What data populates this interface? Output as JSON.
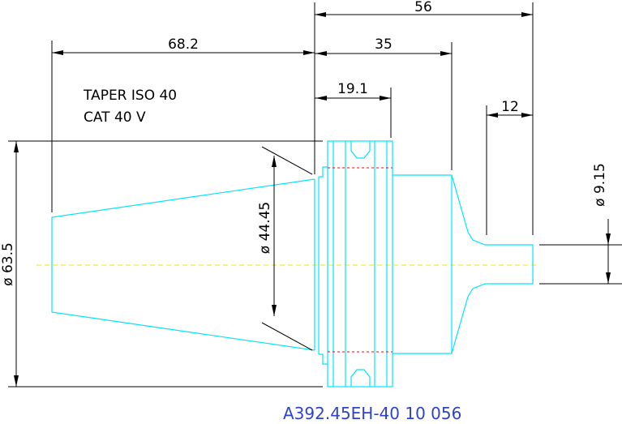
{
  "notes": {
    "taper_line1": "TAPER ISO 40",
    "taper_line2": "CAT 40 V"
  },
  "dimensions": {
    "overall_length": "56",
    "taper_length": "68.2",
    "flange_to_end": "35",
    "flange_width": "19.1",
    "bore_depth": "12",
    "bore_diameter": "ø 9.15",
    "gauge_diameter": "ø 44.45",
    "flange_diameter": "ø 63.5"
  },
  "part_number": "A392.45EH-40 10 056",
  "colors": {
    "outline": "#00e5ff",
    "dimension": "#000000",
    "centerline": "#f2e600",
    "hidden": "#e01010",
    "part_number": "#2f43c8"
  }
}
